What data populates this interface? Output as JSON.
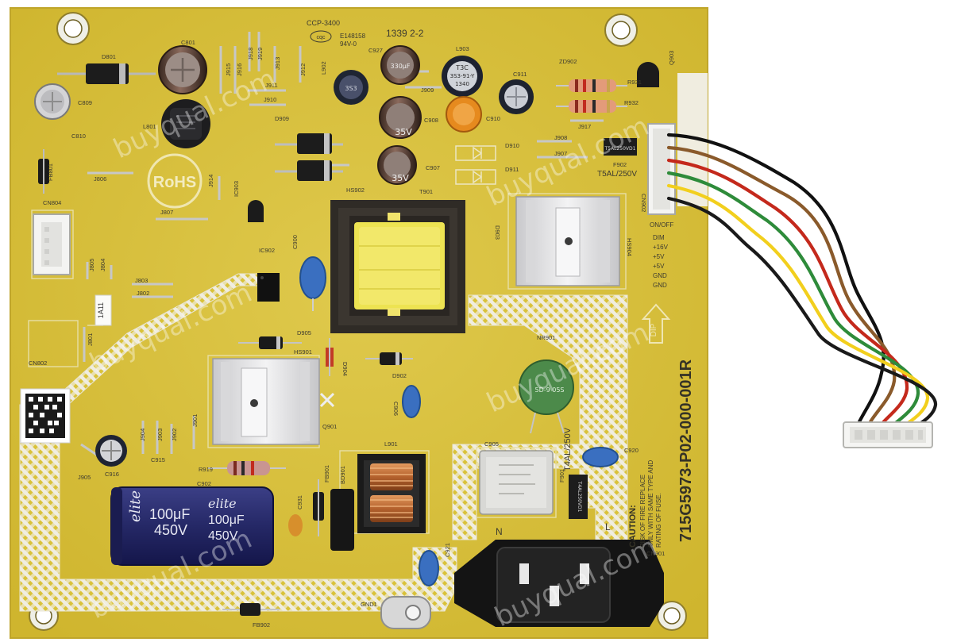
{
  "board": {
    "part_number": "715G5973-P02-000-001R",
    "rohs_mark": "RoHS",
    "certification_code": "CCP-3400",
    "ul_file": "E148158",
    "flammability": "94V-0",
    "date_code": "1339 2-2",
    "caution_title": "CAUTION:",
    "caution_lines": [
      "RISK OF FIRE REPLACE",
      "ONLY WITH SAME TYPE AND",
      "RATING OF FUSE."
    ],
    "fuse_rating_primary": "T4AL/250V",
    "fuse_rating_secondary": "T5AL/250V",
    "cn902_pins": [
      "DIM",
      "+16V",
      "+5V",
      "+5V",
      "GND",
      "GND"
    ],
    "cn902_header": "ON/OFF",
    "dip_mark": "DIP",
    "sticker_text": "1A11",
    "neutral_mark": "N",
    "line_mark": "L"
  },
  "labels": {
    "d801": "D801",
    "c801": "C801",
    "c809": "C809",
    "c810": "C810",
    "l801": "L801",
    "fb801": "FB801",
    "j806": "J806",
    "cn804": "CN804",
    "j807": "J807",
    "j805": "J805",
    "j804": "J804",
    "j803": "J803",
    "j802": "J802",
    "j801": "J801",
    "cn802": "CN802",
    "ic902": "IC902",
    "ic903": "IC903",
    "c900": "C900",
    "j914": "J914",
    "j915": "J915",
    "j916": "J916",
    "j918": "J918",
    "j919": "J919",
    "j913": "J913",
    "j912": "J912",
    "j911": "J911",
    "j910": "J910",
    "d909": "D909",
    "hs902": "HS902",
    "l902": "L902",
    "c927": "C927",
    "j909": "J909",
    "c908": "C908",
    "c907": "C907",
    "l903": "L903",
    "c911": "C911",
    "c910": "C910",
    "zd902": "ZD902",
    "q903": "Q903",
    "r931": "R931",
    "r932": "R932",
    "j917": "J917",
    "j908": "J908",
    "j907": "J907",
    "d910": "D910",
    "d911": "D911",
    "t901": "T901",
    "f902": "F902",
    "cn902": "CN902",
    "d903": "D903",
    "hs904": "HS904",
    "d905": "D905",
    "hs901": "HS901",
    "d904": "D904",
    "d902": "D902",
    "c906": "C906",
    "nr901": "NR901",
    "q901": "Q901",
    "j901": "J901",
    "j902": "J902",
    "j903": "J903",
    "j904": "J904",
    "j905": "J905",
    "c916": "C916",
    "c915": "C915",
    "r919": "R919",
    "c902": "C902",
    "fb901": "FB901",
    "bd901": "BD901",
    "c931": "C931",
    "l901": "L901",
    "c905": "C905",
    "f901": "F901",
    "c920": "C920",
    "c921": "C921",
    "cn901": "CN901",
    "gnd1": "GND1",
    "fb902": "FB902"
  },
  "markings": {
    "bulk_cap_brand": "elite",
    "bulk_cap_value": "100μF",
    "bulk_cap_voltage": "450V",
    "cap_35v": "35V",
    "cap_330uf": "330μF",
    "fuse_body": "T4AL250VD1",
    "fuse_small_body": "T5AL250VD1",
    "nr_value": "5D-9 05S",
    "inductor_code_1": "T3C",
    "inductor_code_2": "3S3-91-Y",
    "inductor_code_3": "1340"
  },
  "watermarks": [
    "buyqual.com",
    "buyqual.com",
    "buyqual.com",
    "buyqual.com",
    "buyqual.com",
    "buyqual.com"
  ],
  "colors": {
    "pcb": "#d9c23a",
    "pcb_light": "#e2cf57",
    "hatch": "#f0ede0",
    "silkscreen": "#3c3a30",
    "bulk_cap": "#2b2e6e",
    "heatsink": "#e9e9ea",
    "transformer_core": "#2e2a25",
    "transformer_coil": "#f0e04a",
    "varistor": "#4c8a4a",
    "y_cap": "#3a6fc0"
  },
  "wires": {
    "colors": [
      "#111111",
      "#8a5a2b",
      "#c4291c",
      "#2e8b3a",
      "#f2cf1d",
      "#1a1a1a"
    ]
  }
}
